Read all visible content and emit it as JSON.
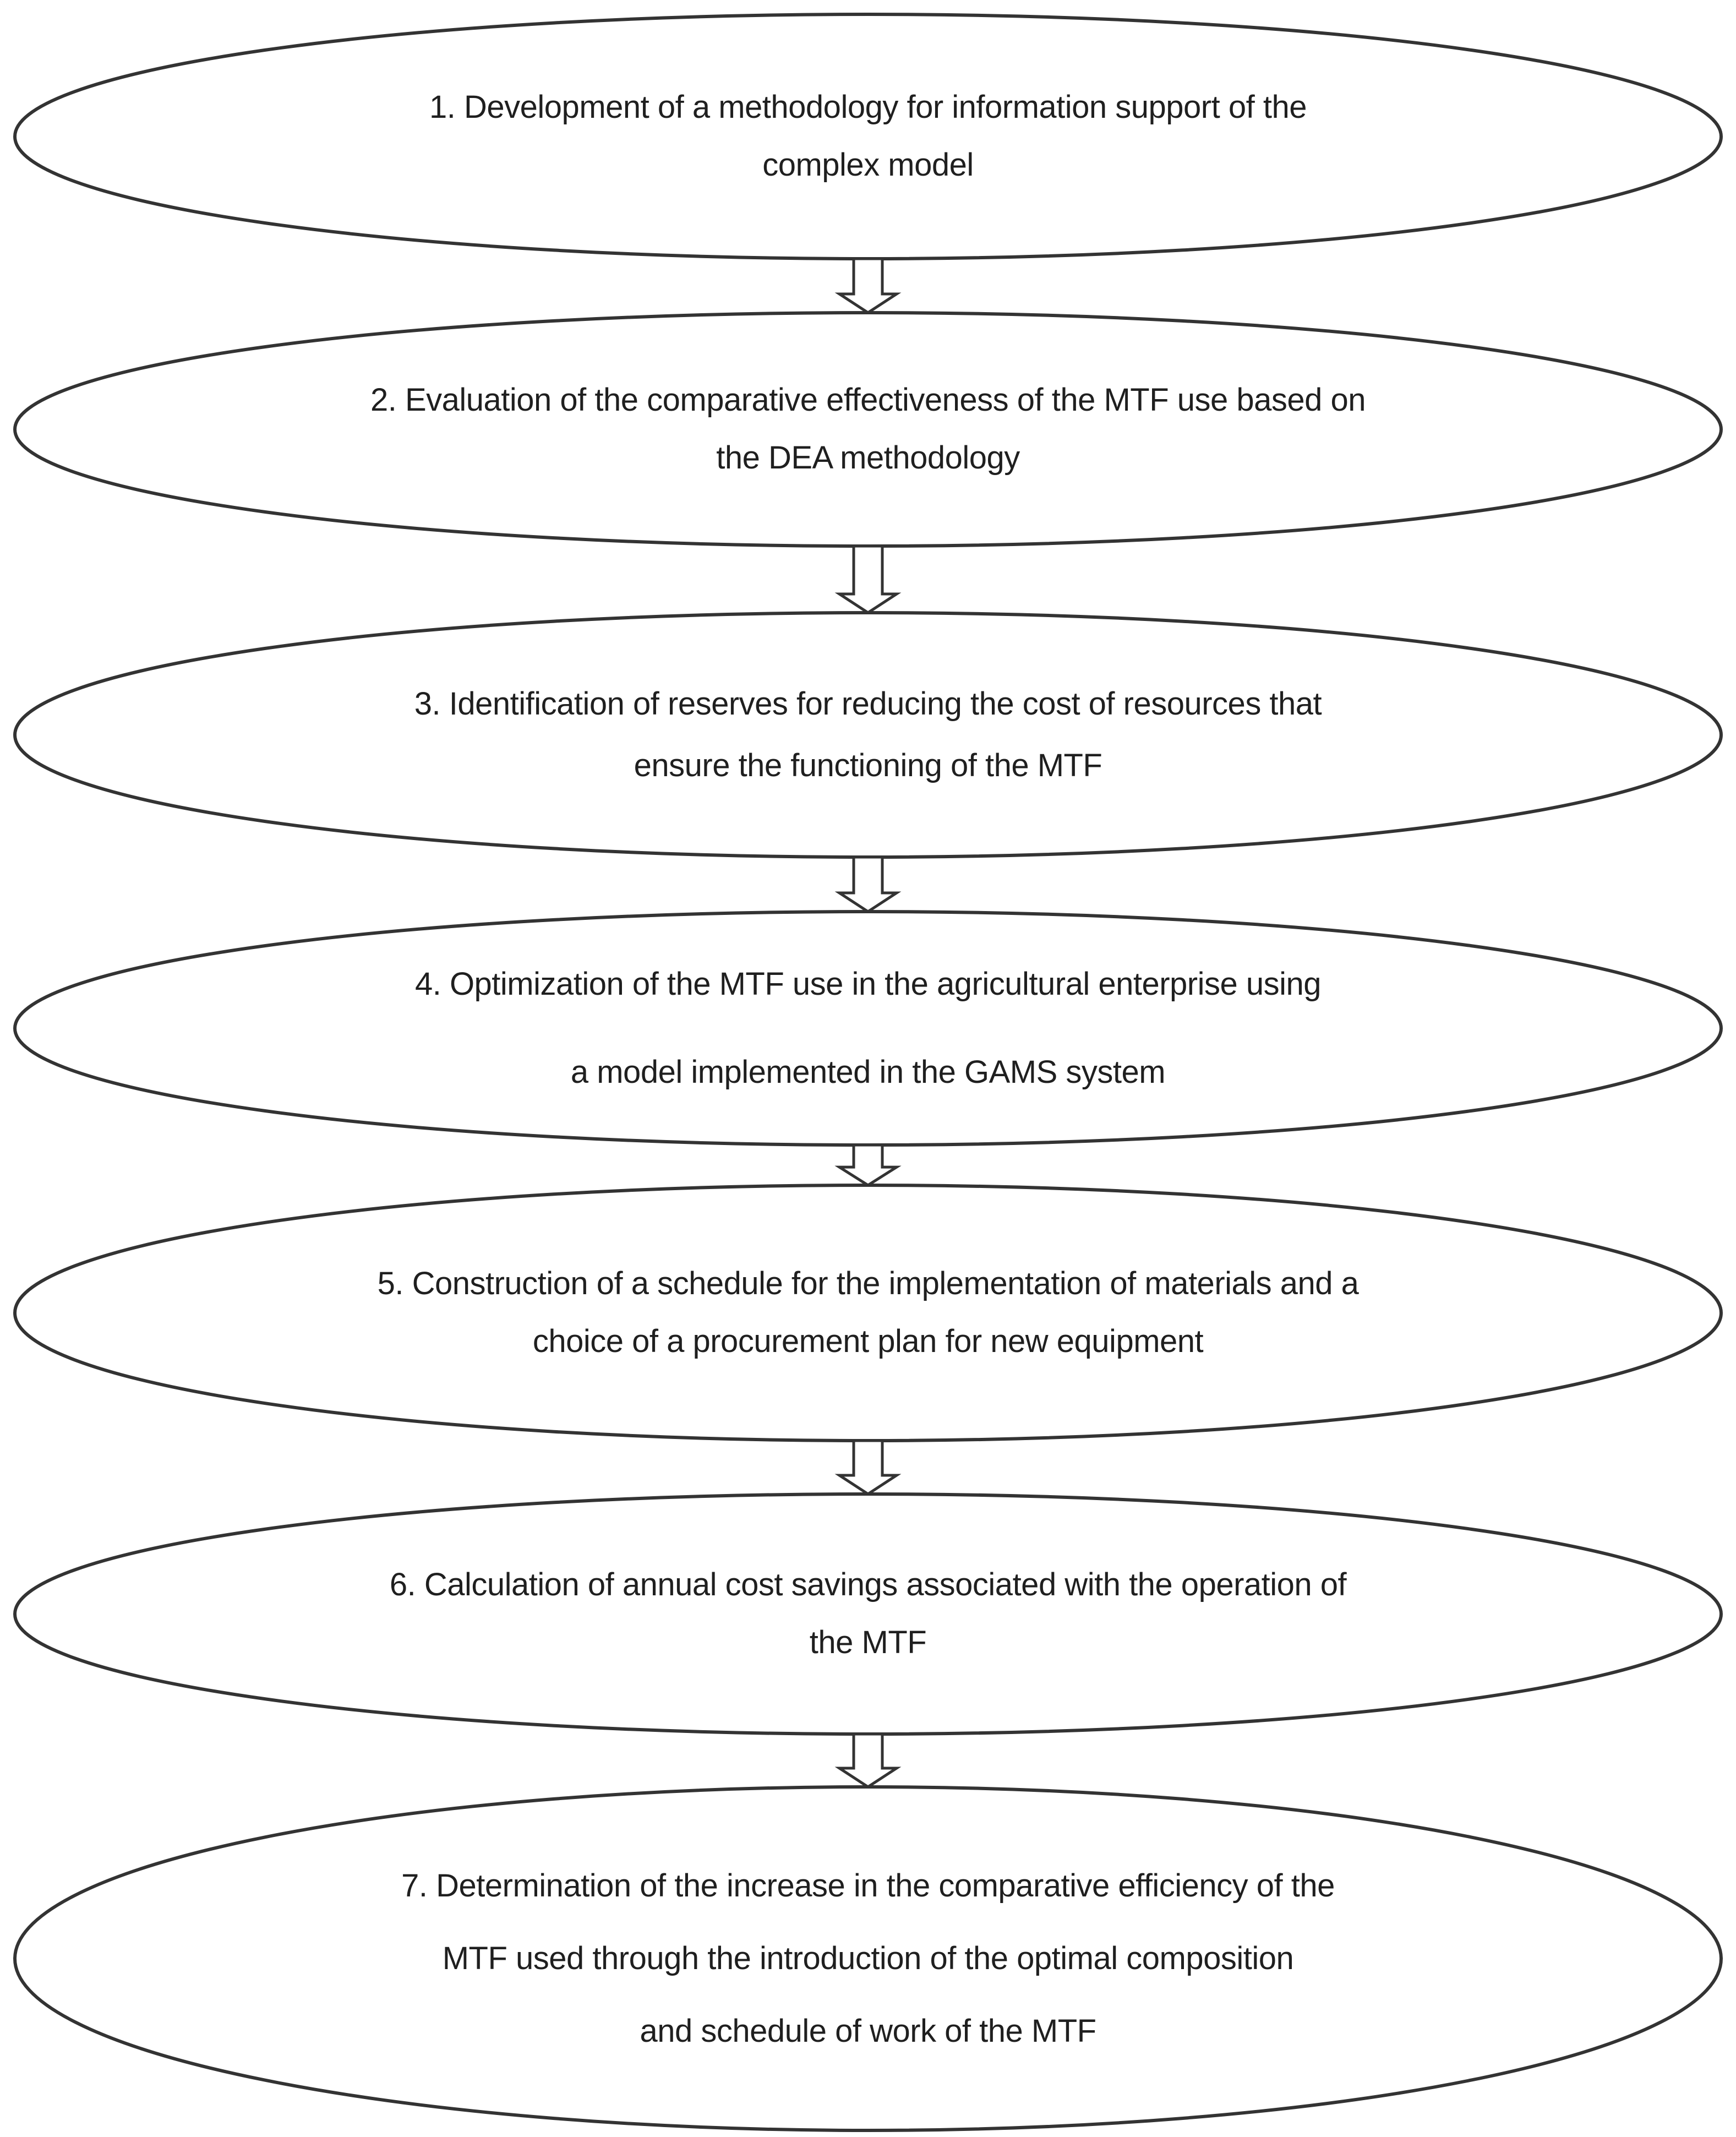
{
  "flowchart": {
    "steps": [
      {
        "lines": [
          "1. Development of a methodology for information support of the",
          "complex model"
        ]
      },
      {
        "lines": [
          "2. Evaluation of the comparative effectiveness of the MTF use based on",
          "the DEA methodology"
        ]
      },
      {
        "lines": [
          "3. Identification of reserves for reducing the cost of resources that",
          "ensure the functioning of the MTF"
        ]
      },
      {
        "lines": [
          "4. Optimization of the MTF use in the agricultural enterprise using",
          "a model implemented in the GAMS system"
        ]
      },
      {
        "lines": [
          "5. Construction of a schedule for the implementation of materials and a",
          "choice of a procurement plan for new equipment"
        ]
      },
      {
        "lines": [
          "6. Calculation of annual cost savings associated with the operation of",
          "the MTF"
        ]
      },
      {
        "lines": [
          "7. Determination of the increase in the comparative efficiency of the",
          "MTF used through the introduction of the optimal composition",
          "and schedule of work of the MTF"
        ]
      }
    ],
    "colors": {
      "stroke": "#333333",
      "text": "#1f1f1f",
      "background": "#ffffff"
    }
  }
}
